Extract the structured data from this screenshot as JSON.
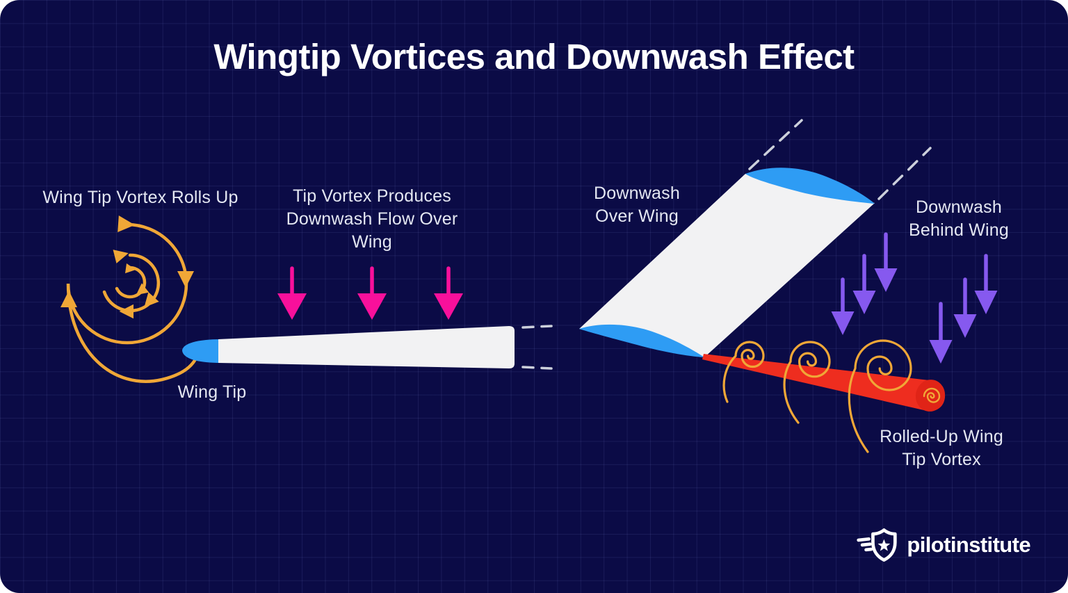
{
  "title": "Wingtip Vortices and Downwash Effect",
  "labels": {
    "rolls_up": "Wing Tip Vortex Rolls Up",
    "tip_vortex_produces": "Tip Vortex Produces\nDownwash Flow Over\nWing",
    "wing_tip": "Wing Tip",
    "downwash_over_wing": "Downwash\nOver Wing",
    "downwash_behind_wing": "Downwash\nBehind Wing",
    "rolled_up_vortex": "Rolled-Up Wing\nTip Vortex"
  },
  "logo": {
    "text": "pilotinstitute",
    "icon": "winged-shield-star-icon"
  },
  "colors": {
    "background": "#0b0b46",
    "grid_line": "#23235e",
    "title_text": "#ffffff",
    "label_text": "#e4e7f2",
    "vortex_yellow": "#f0a737",
    "downwash_pink": "#f8109b",
    "downwash_purple": "#8659ef",
    "wing_white": "#f2f2f3",
    "wing_blue": "#2e9cf4",
    "vortex_red": "#ee2d1f",
    "vortex_red_dark": "#e02417",
    "dash_white": "#ccd0db"
  }
}
